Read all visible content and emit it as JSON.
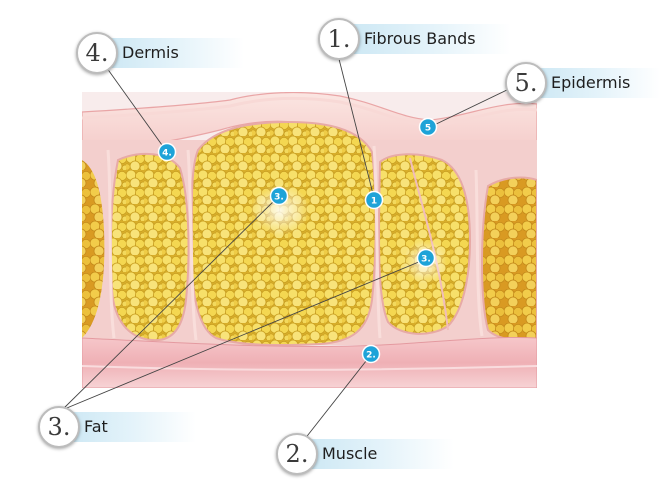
{
  "callouts": [
    {
      "key": "fibrous",
      "number": "1.",
      "label": "Fibrous Bands"
    },
    {
      "key": "muscle",
      "number": "2.",
      "label": "Muscle"
    },
    {
      "key": "fat",
      "number": "3.",
      "label": "Fat"
    },
    {
      "key": "dermis",
      "number": "4.",
      "label": "Dermis"
    },
    {
      "key": "epidermis",
      "number": "5.",
      "label": "Epidermis"
    }
  ],
  "markers": {
    "fibrous": "1",
    "muscle": "2.",
    "fat_a": "3.",
    "fat_b": "3.",
    "dermis": "4.",
    "epidermis": "5"
  },
  "colors": {
    "marker": "#1ea3d8",
    "fat": "#f2dc55",
    "skin": "#f4c9c6",
    "muscle": "#f1b6bb"
  }
}
